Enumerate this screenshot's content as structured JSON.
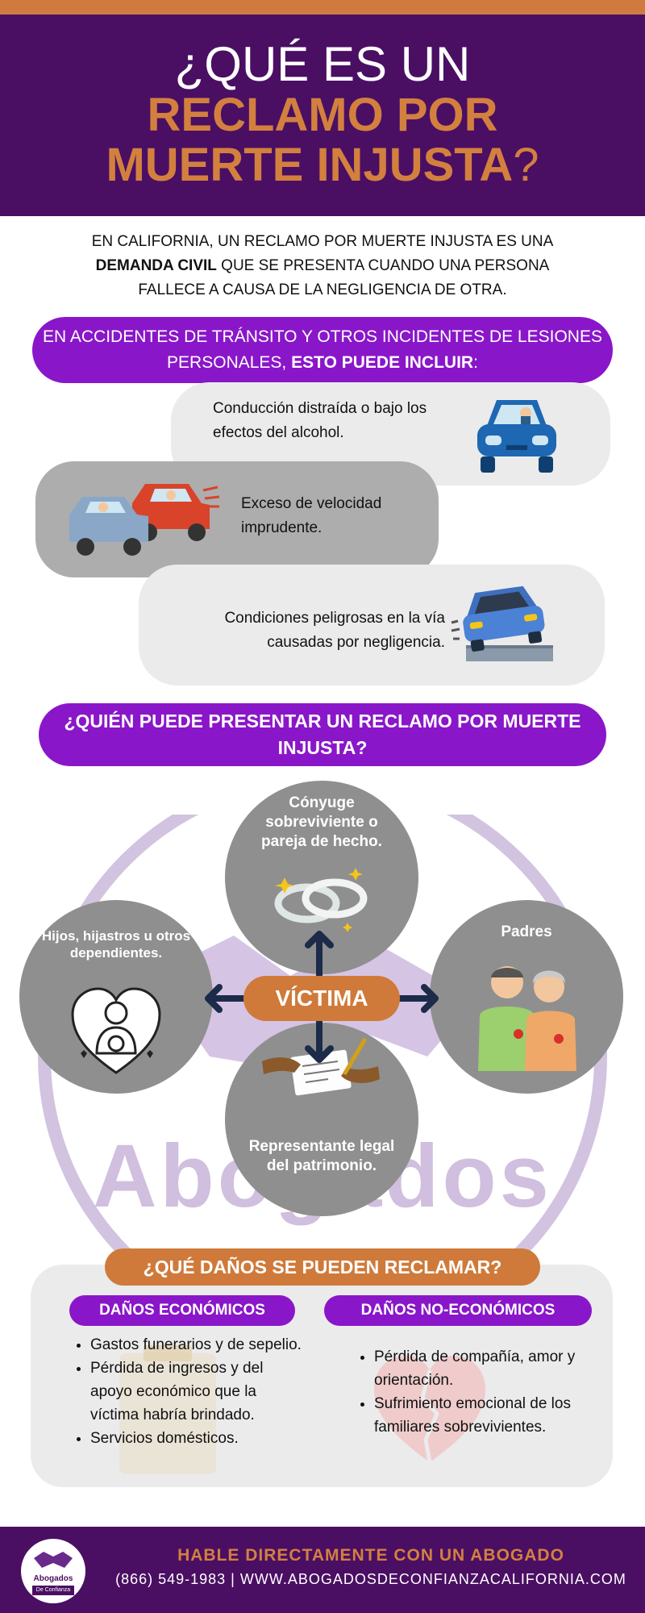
{
  "header": {
    "line1": "¿QUÉ ES UN",
    "line2": "RECLAMO POR",
    "line3": "MUERTE INJUSTA",
    "line3_q": "?"
  },
  "intro": {
    "part1": "EN CALIFORNIA, UN RECLAMO POR MUERTE INJUSTA ES UNA ",
    "bold": "DEMANDA CIVIL",
    "part2": " QUE SE PRESENTA CUANDO UNA PERSONA FALLECE A CAUSA DE LA NEGLIGENCIA DE OTRA."
  },
  "incidents": {
    "heading": "EN ACCIDENTES DE TRÁNSITO Y OTROS INCIDENTES DE LESIONES PERSONALES, ",
    "heading_bold": "ESTO PUEDE INCLUIR",
    "heading_end": ":",
    "items": [
      {
        "text": "Conducción distraída o bajo los efectos del alcohol.",
        "icon": "distracted-driver-car-icon"
      },
      {
        "text": "Exceso de velocidad imprudente.",
        "icon": "speeding-cars-icon"
      },
      {
        "text": "Condiciones peligrosas en la vía causadas por negligencia.",
        "icon": "car-road-hazard-icon"
      }
    ]
  },
  "who": {
    "heading": "¿QUIÉN PUEDE PRESENTAR UN RECLAMO POR MUERTE INJUSTA?",
    "center": "VÍCTIMA",
    "top": "Cónyuge sobreviviente o pareja de hecho.",
    "left": "Hijos, hijastros u otros dependientes.",
    "right": "Padres",
    "bottom": "Representante legal del patrimonio."
  },
  "watermark": "Abogados",
  "damages": {
    "heading": "¿QUÉ DAÑOS SE PUEDEN RECLAMAR?",
    "economic": {
      "title": "DAÑOS ECONÓMICOS",
      "items": [
        "Gastos funerarios y de sepelio.",
        "Pérdida de ingresos y del apoyo económico que la víctima habría brindado.",
        "Servicios domésticos."
      ]
    },
    "non_economic": {
      "title": "DAÑOS NO-ECONÓMICOS",
      "items": [
        "Pérdida de compañía, amor y orientación.",
        "Sufrimiento emocional de los familiares sobrevivientes."
      ]
    }
  },
  "footer": {
    "logo_line1": "Abogados",
    "logo_line2": "De Confianza",
    "cta": "HABLE DIRECTAMENTE CON UN ABOGADO",
    "contact": "(866) 549-1983 | WWW.ABOGADOSDECONFIANZACALIFORNIA.COM"
  },
  "colors": {
    "purple_dark": "#4a0f63",
    "purple_bright": "#8a16c9",
    "orange": "#cf7a3a",
    "gray_light": "#ebebeb",
    "gray_mid": "#8f8f8f"
  }
}
